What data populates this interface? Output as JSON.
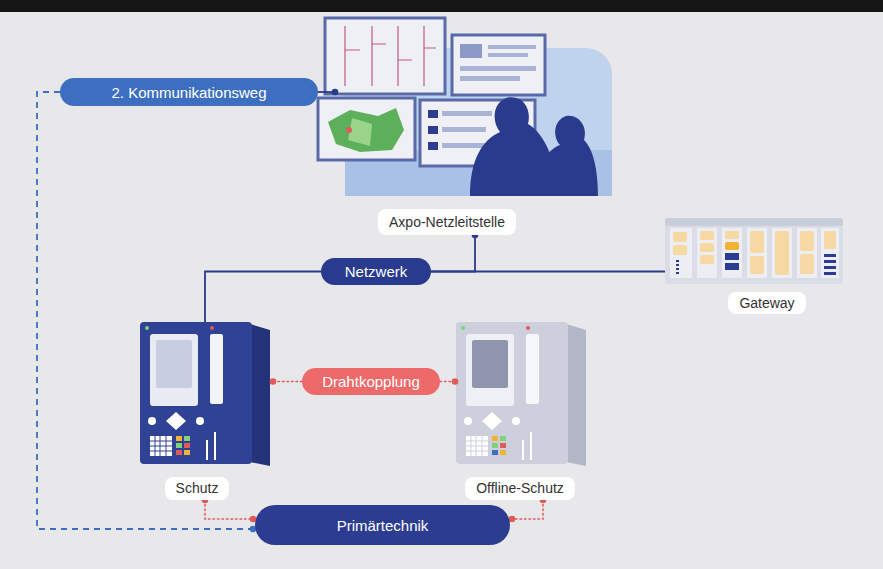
{
  "diagram": {
    "nodes": [
      {
        "text": [
          "2. Kommunikationsweg"
        ]
      },
      {
        "text": [
          "Axpo-Netzleitstelle"
        ]
      },
      {
        "text": [
          "Netzwerk"
        ]
      },
      {
        "text": [
          "Gateway"
        ]
      },
      {
        "text": [
          "Drahtkopplung"
        ]
      },
      {
        "text": [
          "Schutz"
        ]
      },
      {
        "text": [
          "Offline-Schutz"
        ]
      },
      {
        "text": [
          "Primärtechnik"
        ]
      }
    ],
    "edges": [
      {
        "from": 0,
        "to": 1,
        "arrow": "none"
      },
      {
        "from": 0,
        "to": 7,
        "arrow": "none"
      },
      {
        "from": 2,
        "to": 1,
        "arrow": "none"
      },
      {
        "from": 2,
        "to": 5,
        "arrow": "none"
      },
      {
        "from": 2,
        "to": 3,
        "arrow": "none"
      },
      {
        "from": 4,
        "to": 5,
        "arrow": "none"
      },
      {
        "from": 4,
        "to": 6,
        "arrow": "none"
      },
      {
        "from": 5,
        "to": 7,
        "arrow": "none"
      },
      {
        "from": 6,
        "to": 7,
        "arrow": "none"
      }
    ]
  }
}
